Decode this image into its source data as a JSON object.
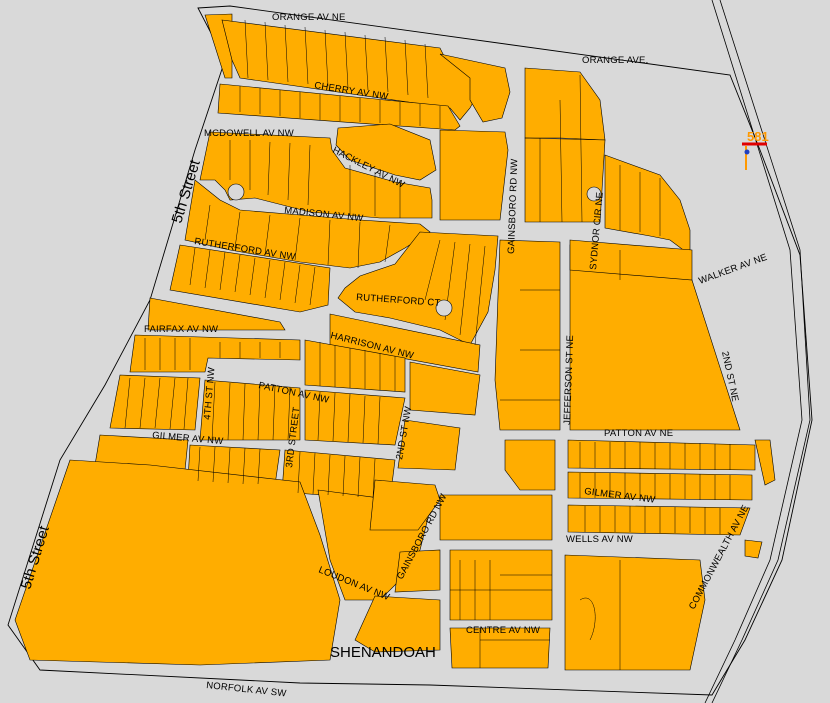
{
  "colors": {
    "background": "#d9d9d9",
    "parcel": "#ffad00",
    "outline": "#000000",
    "route_marker": "#e00000",
    "route_text": "#ff9900"
  },
  "route": {
    "number": "581"
  },
  "labels": {
    "orange_av_ne": "ORANGE AV NE",
    "orange_ave": "ORANGE AVE.",
    "cherry_av_nw": "CHERRY AV NW",
    "mcdowell_av_nw": "MCDOWELL AV NW",
    "hackley_av_nw": "HACKLEY AV NW",
    "madison_av_nw": "MADISON AV NW",
    "fifth_street_top": "5th Street",
    "fifth_street_bottom": "5th Street",
    "gainsboro_rd_nw_north": "GAINSBORO RD NW",
    "sydnor_cir_ne": "SYDNOR CIR NE",
    "walker_av_ne": "WALKER AV NE",
    "rutherford_av_nw": "RUTHERFORD AV NW",
    "rutherford_ct": "RUTHERFORD CT",
    "fairfax_av_nw": "FAIRFAX AV NW",
    "harrison_av_nw": "HARRISON AV NW",
    "fourth_st_nw": "4TH ST NW",
    "patton_av_nw": "PATTON AV NW",
    "jefferson_st_ne": "JEFFERSON ST NE",
    "second_st_ne": "2ND ST NE",
    "third_street": "3RD STREET",
    "second_st_nw": "2ND ST NW",
    "gilmer_av_nw_west": "GILMER AV NW",
    "patton_av_ne": "PATTON AV NE",
    "gilmer_av_nw_east": "GILMER AV NW",
    "gainsboro_rd_nw_south": "GAINSBORO RD NW",
    "wells_av_nw": "WELLS AV NW",
    "commonwealth_av_ne": "COMMONWEALTH AV NE",
    "loudon_av_nw": "LOUDON AV NW",
    "centre_av_nw": "CENTRE AV NW",
    "shenandoah": "SHENANDOAH",
    "norfolk_av_sw": "NORFOLK AV SW"
  }
}
